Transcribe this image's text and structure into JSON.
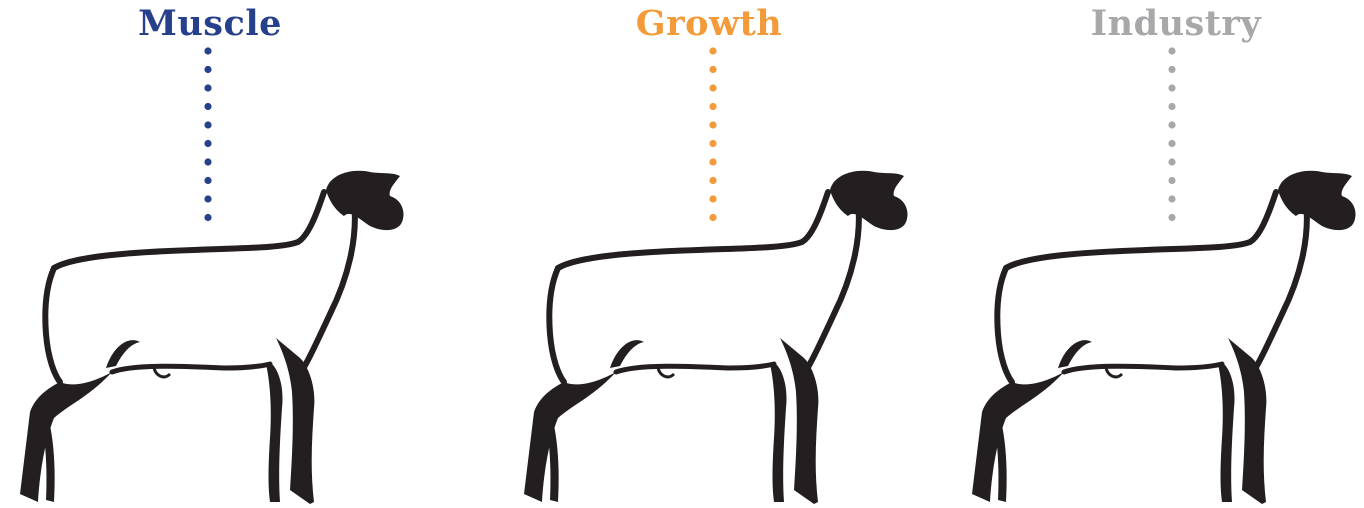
{
  "traits": [
    {
      "label": "Muscle",
      "color": "#27408b"
    },
    {
      "label": "Growth",
      "color": "#f39a3a"
    },
    {
      "label": "Industry",
      "color": "#a7a8aa"
    }
  ],
  "silhouette": {
    "icon": "lamb-silhouette-icon",
    "body_color": "#ffffff",
    "outline_color": "#231f20"
  }
}
